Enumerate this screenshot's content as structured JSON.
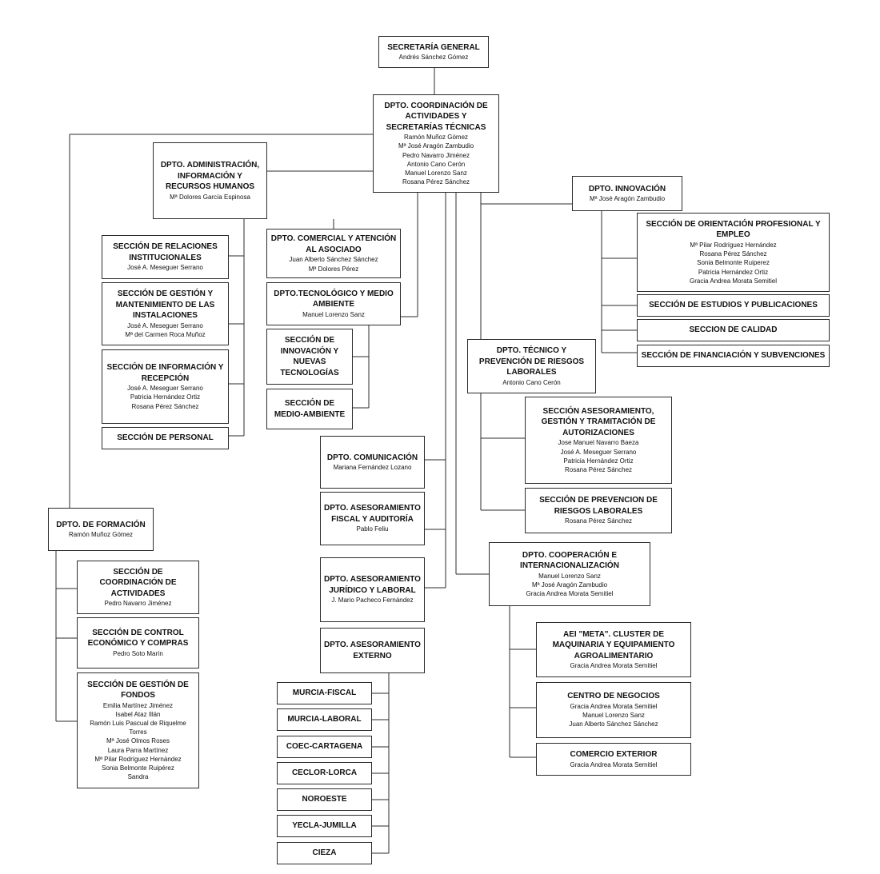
{
  "org_chart": {
    "secretaria_general": {
      "title": "SECRETARÍA GENERAL",
      "people": [
        "Andrés Sánchez Gómez"
      ]
    },
    "dpto_coordinacion": {
      "title": "DPTO. COORDINACIÓN DE ACTIVIDADES Y SECRETARÍAS TÉCNICAS",
      "people": [
        "Ramón Muñoz Gómez",
        "Mª José Aragón Zambudio",
        "Pedro Navarro Jiménez",
        "Antonio Cano Cerón",
        "Manuel Lorenzo Sanz",
        "Rosana Pérez Sánchez"
      ]
    },
    "dpto_administracion": {
      "title": "DPTO. ADMINISTRACIÓN, INFORMACIÓN Y RECURSOS HUMANOS",
      "people": [
        "Mª Dolores García Espinosa"
      ]
    },
    "seccion_relaciones": {
      "title": "SECCIÓN DE RELACIONES INSTITUCIONALES",
      "people": [
        "José A. Meseguer Serrano"
      ]
    },
    "seccion_gestion_mantenimiento": {
      "title": "SECCIÓN DE GESTIÓN Y MANTENIMIENTO DE LAS INSTALACIONES",
      "people": [
        "José A. Meseguer Serrano",
        "Mª del Carmen Roca Muñoz"
      ]
    },
    "seccion_informacion": {
      "title": "SECCIÓN DE INFORMACIÓN Y RECEPCIÓN",
      "people": [
        "José A. Meseguer Serrano",
        "Patricia Hernández Ortiz",
        "Rosana Pérez Sánchez"
      ]
    },
    "seccion_personal": {
      "title": "SECCIÓN DE PERSONAL",
      "people": []
    },
    "dpto_comercial": {
      "title": "DPTO. COMERCIAL Y ATENCIÓN AL ASOCIADO",
      "people": [
        "Juan Alberto Sánchez Sánchez",
        "Mª Dolores Pérez"
      ]
    },
    "dpto_tecnologico": {
      "title": "DPTO.TECNOLÓGICO Y MEDIO AMBIENTE",
      "people": [
        "Manuel Lorenzo Sanz"
      ]
    },
    "seccion_innovacion_tec": {
      "title": "SECCIÓN DE INNOVACIÓN Y NUEVAS TECNOLOGÍAS",
      "people": []
    },
    "seccion_medio_ambiente": {
      "title": "SECCIÓN DE MEDIO-AMBIENTE",
      "people": []
    },
    "dpto_comunicacion": {
      "title": "DPTO. COMUNICACIÓN",
      "people": [
        "Mariana Fernández Lozano"
      ]
    },
    "dpto_fiscal": {
      "title": "DPTO. ASESORAMIENTO FISCAL Y AUDITORÍA",
      "people": [
        "Pablo Feliu"
      ]
    },
    "dpto_juridico": {
      "title": "DPTO. ASESORAMIENTO JURÍDICO Y LABORAL",
      "people": [
        "J. Mario Pacheco Fernández"
      ]
    },
    "dpto_externo": {
      "title": "DPTO. ASESORAMIENTO EXTERNO",
      "people": []
    },
    "externo_murcia_fiscal": {
      "title": "MURCIA-FISCAL",
      "people": []
    },
    "externo_murcia_laboral": {
      "title": "MURCIA-LABORAL",
      "people": []
    },
    "externo_coec": {
      "title": "COEC-CARTAGENA",
      "people": []
    },
    "externo_ceclor": {
      "title": "CECLOR-LORCA",
      "people": []
    },
    "externo_noroeste": {
      "title": "NOROESTE",
      "people": []
    },
    "externo_yecla": {
      "title": "YECLA-JUMILLA",
      "people": []
    },
    "externo_cieza": {
      "title": "CIEZA",
      "people": []
    },
    "dpto_formacion": {
      "title": "DPTO. DE FORMACIÓN",
      "people": [
        "Ramón Muñoz Gómez"
      ]
    },
    "seccion_coordinacion_act": {
      "title": "SECCIÓN DE COORDINACIÓN DE ACTIVIDADES",
      "people": [
        "Pedro Navarro Jiménez"
      ]
    },
    "seccion_control": {
      "title": "SECCIÓN DE CONTROL ECONÓMICO Y COMPRAS",
      "people": [
        "Pedro Soto Marín"
      ]
    },
    "seccion_fondos": {
      "title": "SECCIÓN DE GESTIÓN DE FONDOS",
      "people": [
        "Emilia Martínez Jiménez",
        "Isabel Ataz Illán",
        "Ramón Luis Pascual de Riquelme Torres",
        "Mª José Olmos Roses",
        "Laura Parra Martínez",
        "Mª Pilar Rodríguez Hernández",
        "Sonia Belmonte Ruipérez",
        "Sandra"
      ]
    },
    "dpto_innovacion": {
      "title": "DPTO. INNOVACIÓN",
      "people": [
        "Mª José Aragón Zambudio"
      ]
    },
    "seccion_orientacion": {
      "title": "SECCIÓN DE ORIENTACIÓN PROFESIONAL Y EMPLEO",
      "people": [
        "Mª Pilar Rodríguez Hernández",
        "Rosana Pérez Sánchez",
        "Sonia Belmonte Ruiperez",
        "Patricia Hernández Ortiz",
        "Gracia Andrea Morata Semitiel"
      ]
    },
    "seccion_estudios": {
      "title": "SECCIÓN DE ESTUDIOS Y PUBLICACIONES",
      "people": []
    },
    "seccion_calidad": {
      "title": "SECCION DE CALIDAD",
      "people": []
    },
    "seccion_financiacion": {
      "title": "SECCIÓN DE FINANCIACIÓN Y SUBVENCIONES",
      "people": []
    },
    "dpto_tecnico_prl": {
      "title": "DPTO. TÉCNICO Y PREVENCIÓN DE RIESGOS LABORALES",
      "people": [
        "Antonio Cano Cerón"
      ]
    },
    "seccion_asesoramiento_aut": {
      "title": "SECCIÓN ASESORAMIENTO, GESTIÓN Y TRAMITACIÓN DE AUTORIZACIONES",
      "people": [
        "Jose Manuel Navarro Baeza",
        "José A. Meseguer Serrano",
        "Patricia Hernández Ortiz",
        "Rosana Pérez Sánchez"
      ]
    },
    "seccion_prevencion": {
      "title": "SECCIÓN DE PREVENCION DE RIESGOS LABORALES",
      "people": [
        "Rosana Pérez Sánchez"
      ]
    },
    "dpto_cooperacion": {
      "title": "DPTO. COOPERACIÓN E INTERNACIONALIZACIÓN",
      "people": [
        "Manuel Lorenzo Sanz",
        "Mª José Aragón Zambudio",
        "Gracia Andrea Morata Semitiel"
      ]
    },
    "aei_meta": {
      "title": "AEI \"META\". CLUSTER DE MAQUINARIA Y EQUIPAMIENTO AGROALIMENTARIO",
      "people": [
        "Gracia Andrea Morata Semitiel"
      ]
    },
    "centro_negocios": {
      "title": "CENTRO DE NEGOCIOS",
      "people": [
        "Gracia Andrea Morata Semitiel",
        "Manuel Lorenzo Sanz",
        "Juan Alberto Sánchez Sánchez"
      ]
    },
    "comercio_exterior": {
      "title": "COMERCIO EXTERIOR",
      "people": [
        "Gracia Andrea Morata Semitiel"
      ]
    }
  }
}
